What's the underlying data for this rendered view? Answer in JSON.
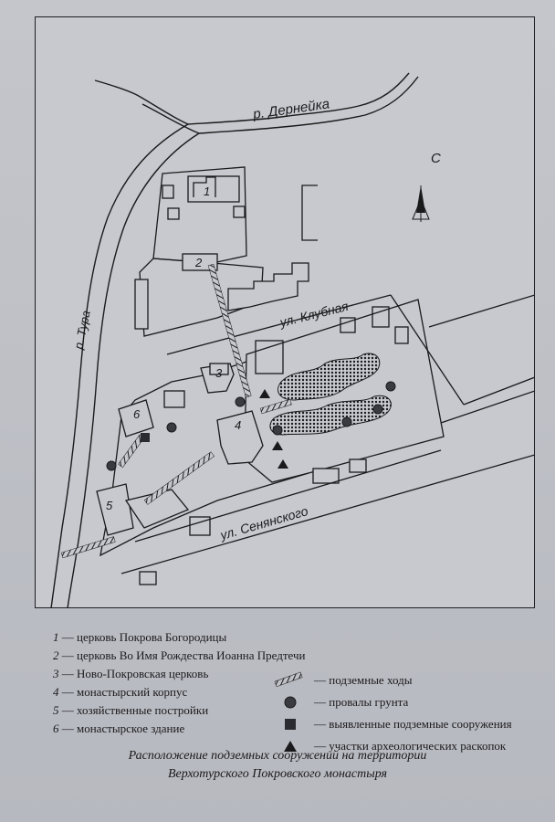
{
  "map": {
    "river_dern": "р. Дернейка",
    "river_tura": "р. Тура",
    "street_klubnaya": "ул. Клубная",
    "street_senyanskogo": "ул. Сенянского",
    "north_label": "С",
    "building_numbers": [
      "1",
      "2",
      "3",
      "4",
      "5",
      "6"
    ]
  },
  "legend": {
    "items": [
      {
        "num": "1",
        "text": "— церковь Покрова Богородицы"
      },
      {
        "num": "2",
        "text": "— церковь Во Имя Рождества Иоанна Предтечи"
      },
      {
        "num": "3",
        "text": "— Ново-Покровская церковь"
      },
      {
        "num": "4",
        "text": "— монастырский корпус"
      },
      {
        "num": "5",
        "text": "— хозяйственные постройки"
      },
      {
        "num": "6",
        "text": "— монастырское здание"
      }
    ],
    "symbols": [
      {
        "icon": "tunnel-hatch-icon",
        "text": "— подземные ходы"
      },
      {
        "icon": "sinkhole-circle-icon",
        "text": "— провалы грунта"
      },
      {
        "icon": "structure-square-icon",
        "text": "— выявленные подземные сооружения"
      },
      {
        "icon": "triangle-icon",
        "text": "— участки археологических раскопок"
      }
    ]
  },
  "caption": {
    "line1": "Расположение подземных сооружений на территории",
    "line2": "Верхотурского Покровского монастыря"
  }
}
